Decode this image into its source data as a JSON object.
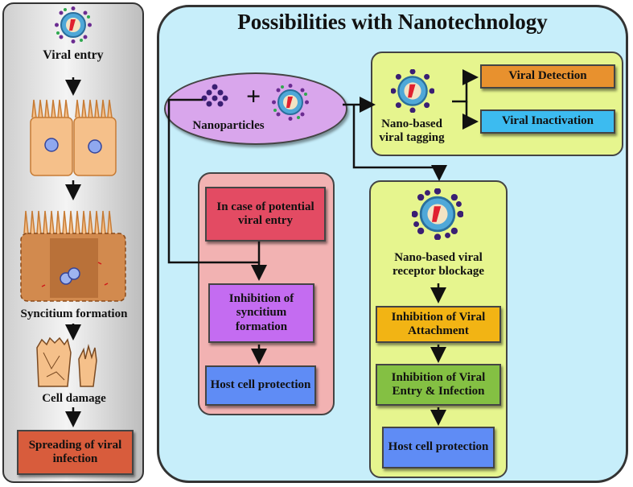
{
  "title": "Possibilities with Nanotechnology",
  "left_flow": {
    "viral_entry": "Viral entry",
    "syncytium_formation": "Syncitium formation",
    "cell_damage": "Cell damage",
    "spreading": "Spreading of viral infection"
  },
  "nanoparticles_label": "Nanoparticles",
  "tagging": {
    "label": "Nano-based viral tagging",
    "detection": "Viral Detection",
    "inactivation": "Viral Inactivation"
  },
  "entry_branch": {
    "case": "In case of potential viral entry",
    "inhibition_syncytium": "Inhibition of syncitium formation",
    "host_protection": "Host cell protection"
  },
  "receptor_branch": {
    "label": "Nano-based viral receptor blockage",
    "attachment": "Inhibition of Viral Attachment",
    "entry_infection": "Inhibition of Viral Entry & Infection",
    "host_protection": "Host cell protection"
  },
  "colors": {
    "main_bg": "#c7eefa",
    "yellow_green": "#e6f58e",
    "pink_group": "#f2b2b2",
    "purple_oval": "#d9a6ec",
    "red_box": "#e34b63",
    "violet_box": "#c46cf1",
    "blue_box": "#5f8cf5",
    "orange_box": "#e8912e",
    "cyan_box": "#3cbbf0",
    "gold_box": "#f2b414",
    "green_box": "#84c043",
    "spread_box": "#d85c3c"
  }
}
